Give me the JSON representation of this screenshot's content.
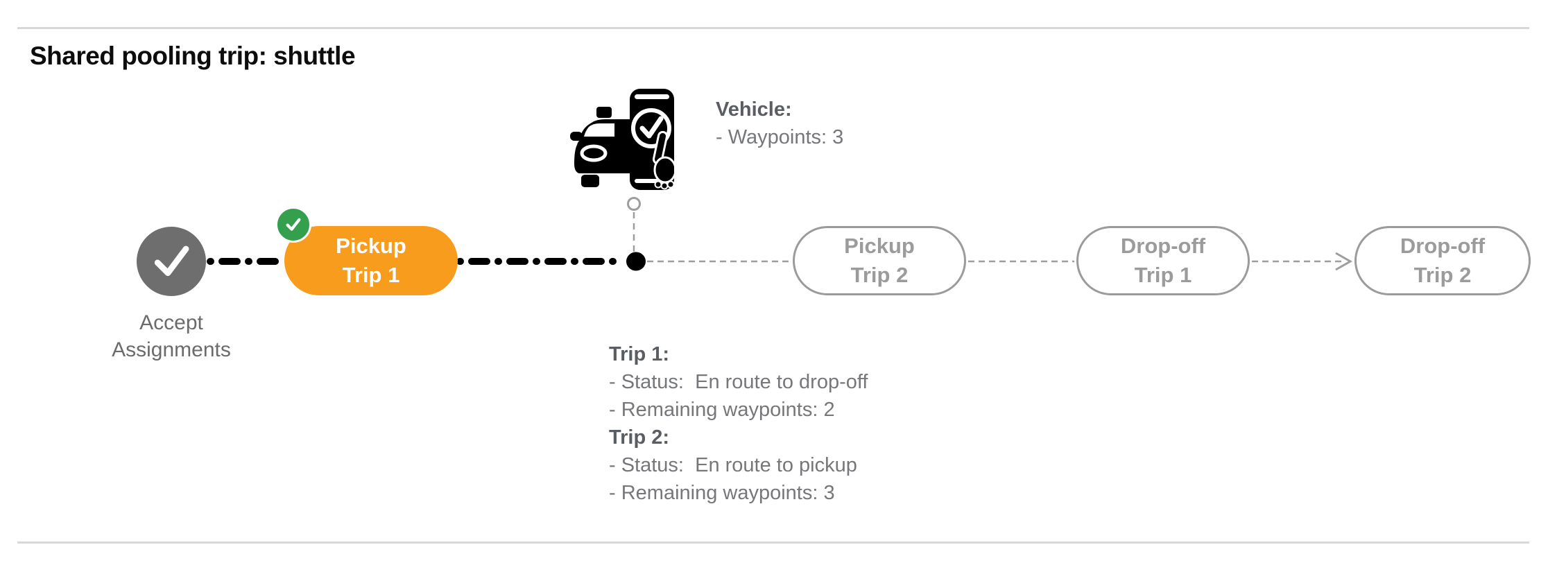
{
  "header": {
    "title": "Shared pooling trip: shuttle"
  },
  "colors": {
    "accent_orange": "#F79C1D",
    "success_green": "#34A04E",
    "done_gray": "#6E6E6E",
    "pending_gray": "#9B9B9B",
    "rule_gray": "#D8D8D8",
    "connector_black": "#000000"
  },
  "icons": {
    "accept_check": "white check mark in gray circle",
    "completed_badge": "white check mark in green circle",
    "vehicle": "car with smartphone showing accepted check and pointing hand",
    "current_position": "filled black dot",
    "waypoint_marker": "small open circle",
    "arrow_right": "dashed arrow head"
  },
  "timeline": {
    "nodes": [
      {
        "id": "accept-assignments",
        "label_line1": "Accept",
        "label_line2": "Assignments",
        "state": "done"
      },
      {
        "id": "pickup-trip-1",
        "line1": "Pickup",
        "line2": "Trip 1",
        "state": "active"
      },
      {
        "id": "pickup-trip-2",
        "line1": "Pickup",
        "line2": "Trip 2",
        "state": "pending"
      },
      {
        "id": "dropoff-trip-1",
        "line1": "Drop-off",
        "line2": "Trip 1",
        "state": "pending"
      },
      {
        "id": "dropoff-trip-2",
        "line1": "Drop-off",
        "line2": "Trip 2",
        "state": "pending"
      }
    ]
  },
  "vehicle_info": {
    "heading": "Vehicle:",
    "lines": [
      "- Waypoints: 3"
    ]
  },
  "trip_info": {
    "sections": [
      {
        "heading": "Trip 1:",
        "lines": [
          "- Status:  En route to drop-off",
          "- Remaining waypoints: 2"
        ]
      },
      {
        "heading": "Trip 2:",
        "lines": [
          "- Status:  En route to pickup",
          "- Remaining waypoints: 3"
        ]
      }
    ]
  }
}
